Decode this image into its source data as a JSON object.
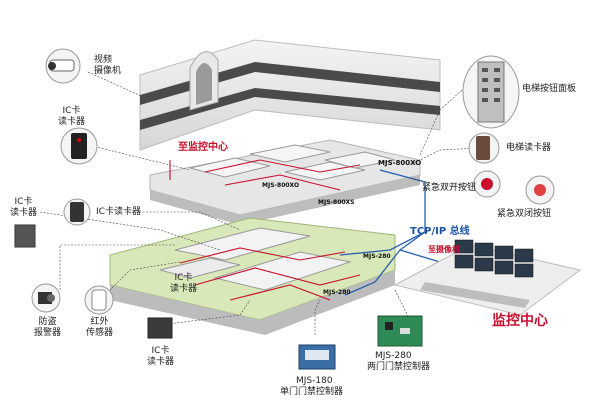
{
  "labels": {
    "video_camera": "视频\n摄像机",
    "ic_reader_top": "IC卡\n读卡器",
    "ic_reader_left": "IC卡\n读卡器",
    "ic_reader_inline": "IC卡读卡器",
    "ic_reader_bottom": "IC卡\n读卡器",
    "ic_reader_lower": "IC卡\n读卡器",
    "to_monitor_center": "至监控中心",
    "elevator_panel": "电梯按钮面板",
    "elevator_reader": "电梯读卡器",
    "emergency_open_button": "紧急双开按钮",
    "emergency_close_button": "紧急双闭按钮",
    "tcpip_bus": "TCP/IP 总线",
    "to_camera": "至摄像机",
    "monitor_center": "监控中心",
    "anti_theft_alarm": "防盗\n报警器",
    "infrared_sensor": "红外\n传感器",
    "mjs280_name": "MJS-280",
    "mjs280_desc": "两门门禁控制器",
    "mjs180_name": "MJS-180",
    "mjs180_desc": "单门门禁控制器",
    "mjs800xo": "MJS-800XO",
    "mjs_top2": "MJS-800XO",
    "mjs_mid": "MJS-800XS",
    "mjs_bot1": "MJS-280",
    "mjs_bot2": "MJS-280"
  },
  "colors": {
    "line_red": "#c8102e",
    "line_blue": "#2a5fb0",
    "line_dark": "#333333",
    "building": "#d9d9d9",
    "floor_green": "#cfe3a8"
  }
}
